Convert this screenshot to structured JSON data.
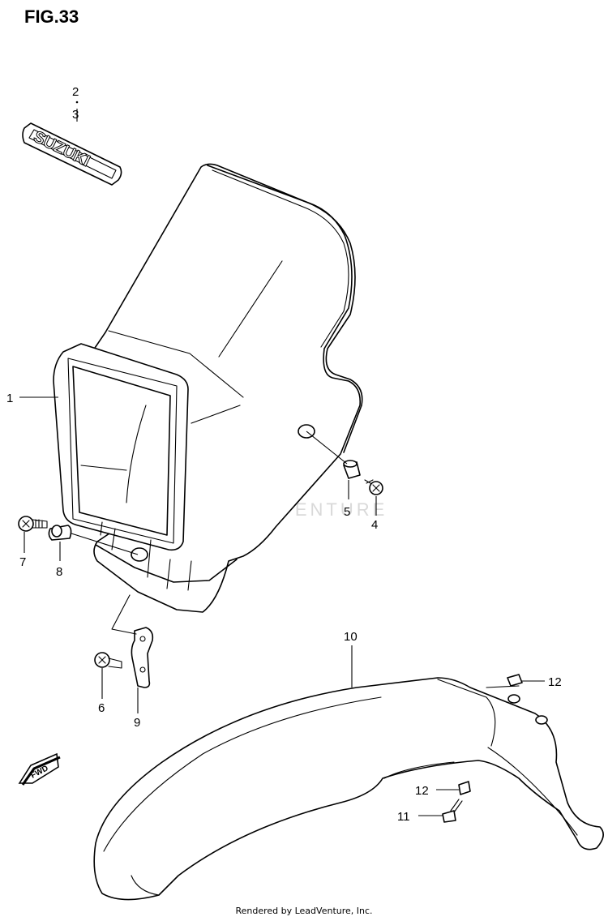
{
  "title": "FIG.33",
  "footer": "Rendered by LeadVenture, Inc.",
  "watermark": "LEADVENTURE",
  "emblem_text": "SUZUKI",
  "fwd_text": "FWD",
  "callouts": [
    {
      "id": "c1",
      "label": "1"
    },
    {
      "id": "c2",
      "label": "2"
    },
    {
      "id": "c3",
      "label": "3"
    },
    {
      "id": "c4",
      "label": "4"
    },
    {
      "id": "c5",
      "label": "5"
    },
    {
      "id": "c6",
      "label": "6"
    },
    {
      "id": "c7",
      "label": "7"
    },
    {
      "id": "c8",
      "label": "8"
    },
    {
      "id": "c9",
      "label": "9"
    },
    {
      "id": "c10",
      "label": "10"
    },
    {
      "id": "c11",
      "label": "11"
    },
    {
      "id": "c12a",
      "label": "12"
    },
    {
      "id": "c12b",
      "label": "12"
    }
  ],
  "colors": {
    "ink": "#000000",
    "paper": "#ffffff",
    "watermark": "#d9d9d9"
  }
}
